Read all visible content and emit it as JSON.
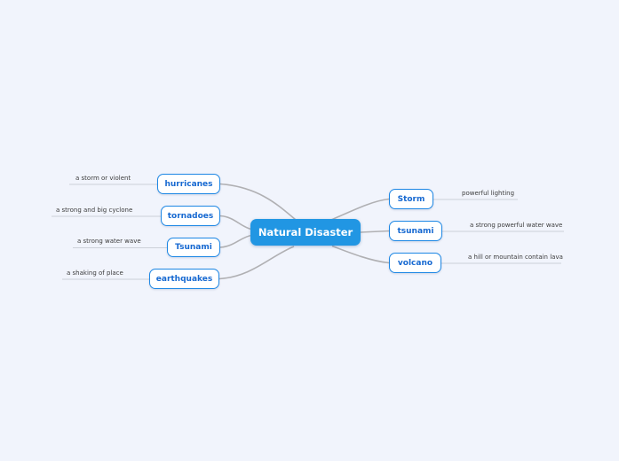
{
  "diagram": {
    "root": {
      "label": "Natural Disaster"
    },
    "left": [
      {
        "label": "hurricanes",
        "note": "a storm or violent"
      },
      {
        "label": "tornadoes",
        "note": "a strong and big cyclone"
      },
      {
        "label": "Tsunami",
        "note": "a strong water wave"
      },
      {
        "label": "earthquakes",
        "note": "a shaking of place"
      }
    ],
    "right": [
      {
        "label": "Storm",
        "note": "powerful lighting"
      },
      {
        "label": "tsunami",
        "note": "a strong powerful water wave"
      },
      {
        "label": "volcano",
        "note": "a hill or mountain contain lava"
      }
    ],
    "colors": {
      "background": "#f1f4fc",
      "root_fill": "#2196e3",
      "node_border": "#1e88e5",
      "node_text": "#1769d1",
      "root_text": "#ffffff",
      "edge": "#b0b0b3",
      "note_line": "#ccd0d9",
      "note_text": "#3c3c3c"
    }
  }
}
